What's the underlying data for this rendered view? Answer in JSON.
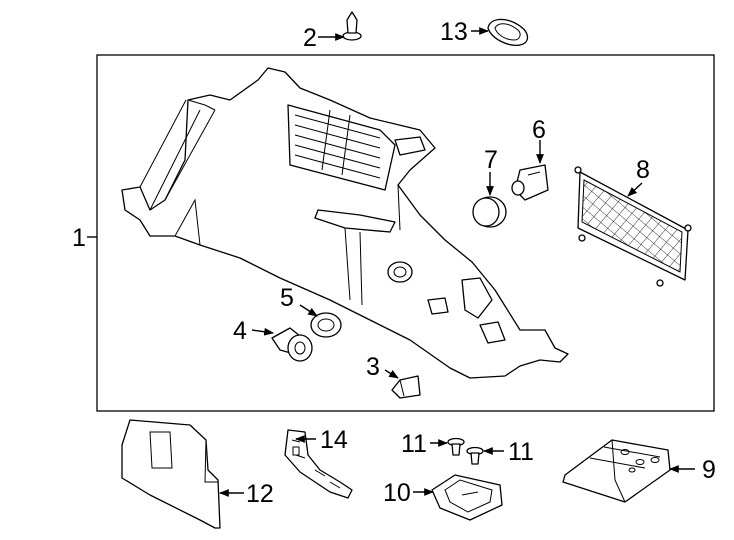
{
  "diagram": {
    "callouts": {
      "c1": "1",
      "c2": "2",
      "c3": "3",
      "c4": "4",
      "c5": "5",
      "c6": "6",
      "c7": "7",
      "c8": "8",
      "c9": "9",
      "c10": "10",
      "c11a": "11",
      "c11b": "11",
      "c12": "12",
      "c13": "13",
      "c14": "14"
    }
  }
}
